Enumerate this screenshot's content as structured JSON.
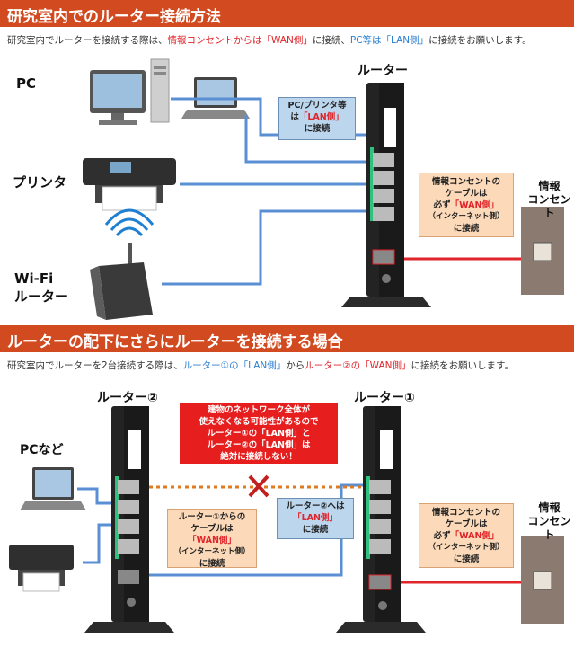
{
  "section1": {
    "title": "研究室内でのルーター接続方法",
    "desc_a": "研究室内でルーターを接続する際は、",
    "desc_b": "情報コンセントからは「WAN側」",
    "desc_c": "に接続、",
    "desc_d": "PC等は「LAN側」",
    "desc_e": "に接続をお願いします。",
    "pc_label": "PC",
    "printer_label": "プリンタ",
    "wifi_label_1": "Wi-Fi",
    "wifi_label_2": "ルーター",
    "router_label": "ルーター",
    "outlet_label_1": "情報",
    "outlet_label_2": "コンセント",
    "callout_lan_1": "PC/プリンタ等",
    "callout_lan_2a": "は",
    "callout_lan_2b": "「LAN側」",
    "callout_lan_3": "に接続",
    "callout_wan_1": "情報コンセントの",
    "callout_wan_2": "ケーブルは",
    "callout_wan_3a": "必ず",
    "callout_wan_3b": "「WAN側」",
    "callout_wan_4": "（インターネット側）",
    "callout_wan_5": "に接続"
  },
  "section2": {
    "title": "ルーターの配下にさらにルーターを接続する場合",
    "desc_a": "研究室内でルーターを2台接続する際は、",
    "desc_b": "ルーター①の「LAN側」",
    "desc_c": "から",
    "desc_d": "ルーター②の「WAN側」",
    "desc_e": "に接続をお願いします。",
    "router2_label": "ルーター②",
    "router1_label": "ルーター①",
    "pc_label": "PCなど",
    "outlet_label_1": "情報",
    "outlet_label_2": "コンセント",
    "warning_1": "建物のネットワーク全体が",
    "warning_2": "使えなくなる可能性があるので",
    "warning_3": "ルーター①の「LAN側」と",
    "warning_4": "ルーター②の「LAN側」は",
    "warning_5": "絶対に接続しない！",
    "callout_r2_1": "ルーター①からの",
    "callout_r2_2": "ケーブルは",
    "callout_r2_3": "「WAN側」",
    "callout_r2_4": "（インターネット側）",
    "callout_r2_5": "に接続",
    "callout_lan_1": "ルーター②へは",
    "callout_lan_2": "「LAN側」",
    "callout_lan_3": "に接続",
    "callout_wan_1": "情報コンセントの",
    "callout_wan_2": "ケーブルは",
    "callout_wan_3a": "必ず",
    "callout_wan_3b": "「WAN側」",
    "callout_wan_4": "（インターネット側）",
    "callout_wan_5": "に接続"
  },
  "colors": {
    "header": "#d24a1f",
    "lan_cable": "#5b8fd4",
    "wan_cable": "#e0262b",
    "forbidden": "#e07a1f",
    "port_green": "#2ec27e"
  }
}
